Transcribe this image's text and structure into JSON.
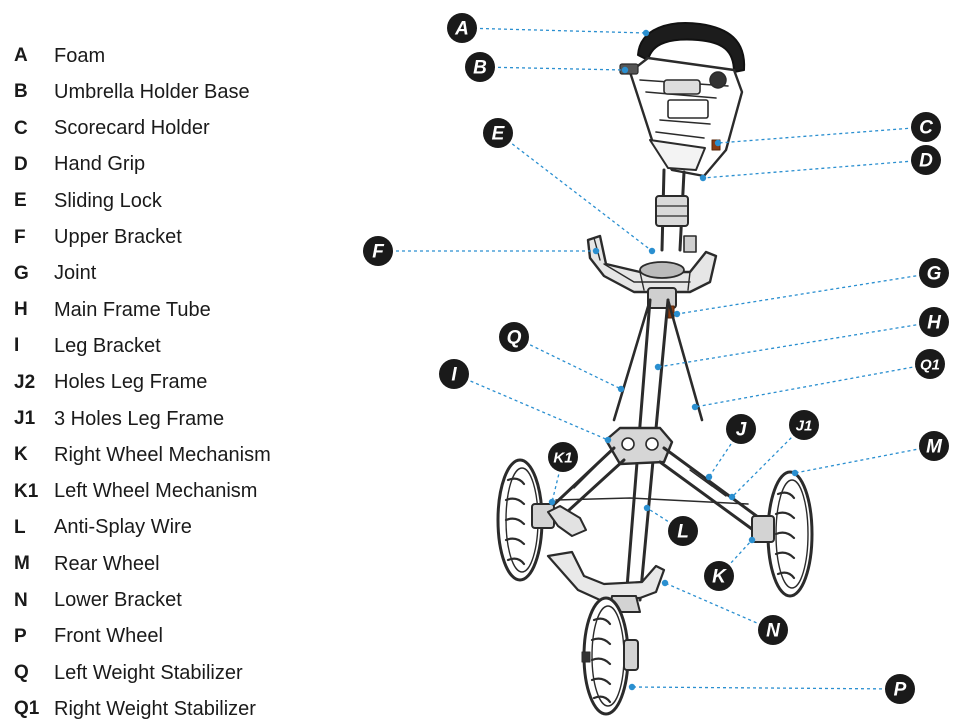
{
  "legend": [
    {
      "key": "A",
      "label": "Foam"
    },
    {
      "key": "B",
      "label": "Umbrella Holder Base"
    },
    {
      "key": "C",
      "label": "Scorecard Holder"
    },
    {
      "key": "D",
      "label": "Hand Grip"
    },
    {
      "key": "E",
      "label": "Sliding Lock"
    },
    {
      "key": "F",
      "label": "Upper Bracket"
    },
    {
      "key": "G",
      "label": "Joint"
    },
    {
      "key": "H",
      "label": "Main Frame Tube"
    },
    {
      "key": "I",
      "label": "Leg Bracket"
    },
    {
      "key": "J2",
      "label": "Holes Leg Frame"
    },
    {
      "key": "J1",
      "label": "3 Holes Leg Frame"
    },
    {
      "key": "K",
      "label": "Right Wheel Mechanism"
    },
    {
      "key": "K1",
      "label": "Left Wheel Mechanism"
    },
    {
      "key": "L",
      "label": "Anti-Splay Wire"
    },
    {
      "key": "M",
      "label": "Rear Wheel"
    },
    {
      "key": "N",
      "label": "Lower Bracket"
    },
    {
      "key": "P",
      "label": "Front Wheel"
    },
    {
      "key": "Q",
      "label": "Left Weight Stabilizer"
    },
    {
      "key": "Q1",
      "label": "Right Weight Stabilizer"
    }
  ],
  "callouts": {
    "A": "A",
    "B": "B",
    "C": "C",
    "D": "D",
    "E": "E",
    "F": "F",
    "G": "G",
    "H": "H",
    "Q1": "Q1",
    "Q": "Q",
    "I": "I",
    "J": "J",
    "J1": "J1",
    "K1": "K1",
    "M": "M",
    "L": "L",
    "K": "K",
    "N": "N",
    "P": "P"
  },
  "colors": {
    "leader": "#2a8fd0",
    "badge": "#1a1a1a",
    "line_art": "#2b2b2b"
  }
}
